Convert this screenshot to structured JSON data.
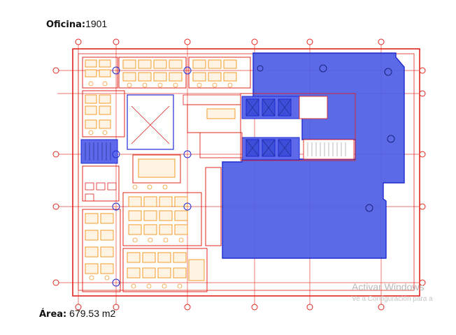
{
  "header": {
    "office_label": "Oficina:",
    "office_value": "1901"
  },
  "footer": {
    "area_label": "Área:",
    "area_value": "679.53 m2"
  },
  "plan": {
    "available_color": "#3d4fe0",
    "line_color": "#e0241b",
    "furniture_color": "#f39c2a",
    "wall_color": "#1f2bd0"
  },
  "watermark": {
    "title": "Activar Windows",
    "subtitle": "Ve a Configuración para a"
  }
}
